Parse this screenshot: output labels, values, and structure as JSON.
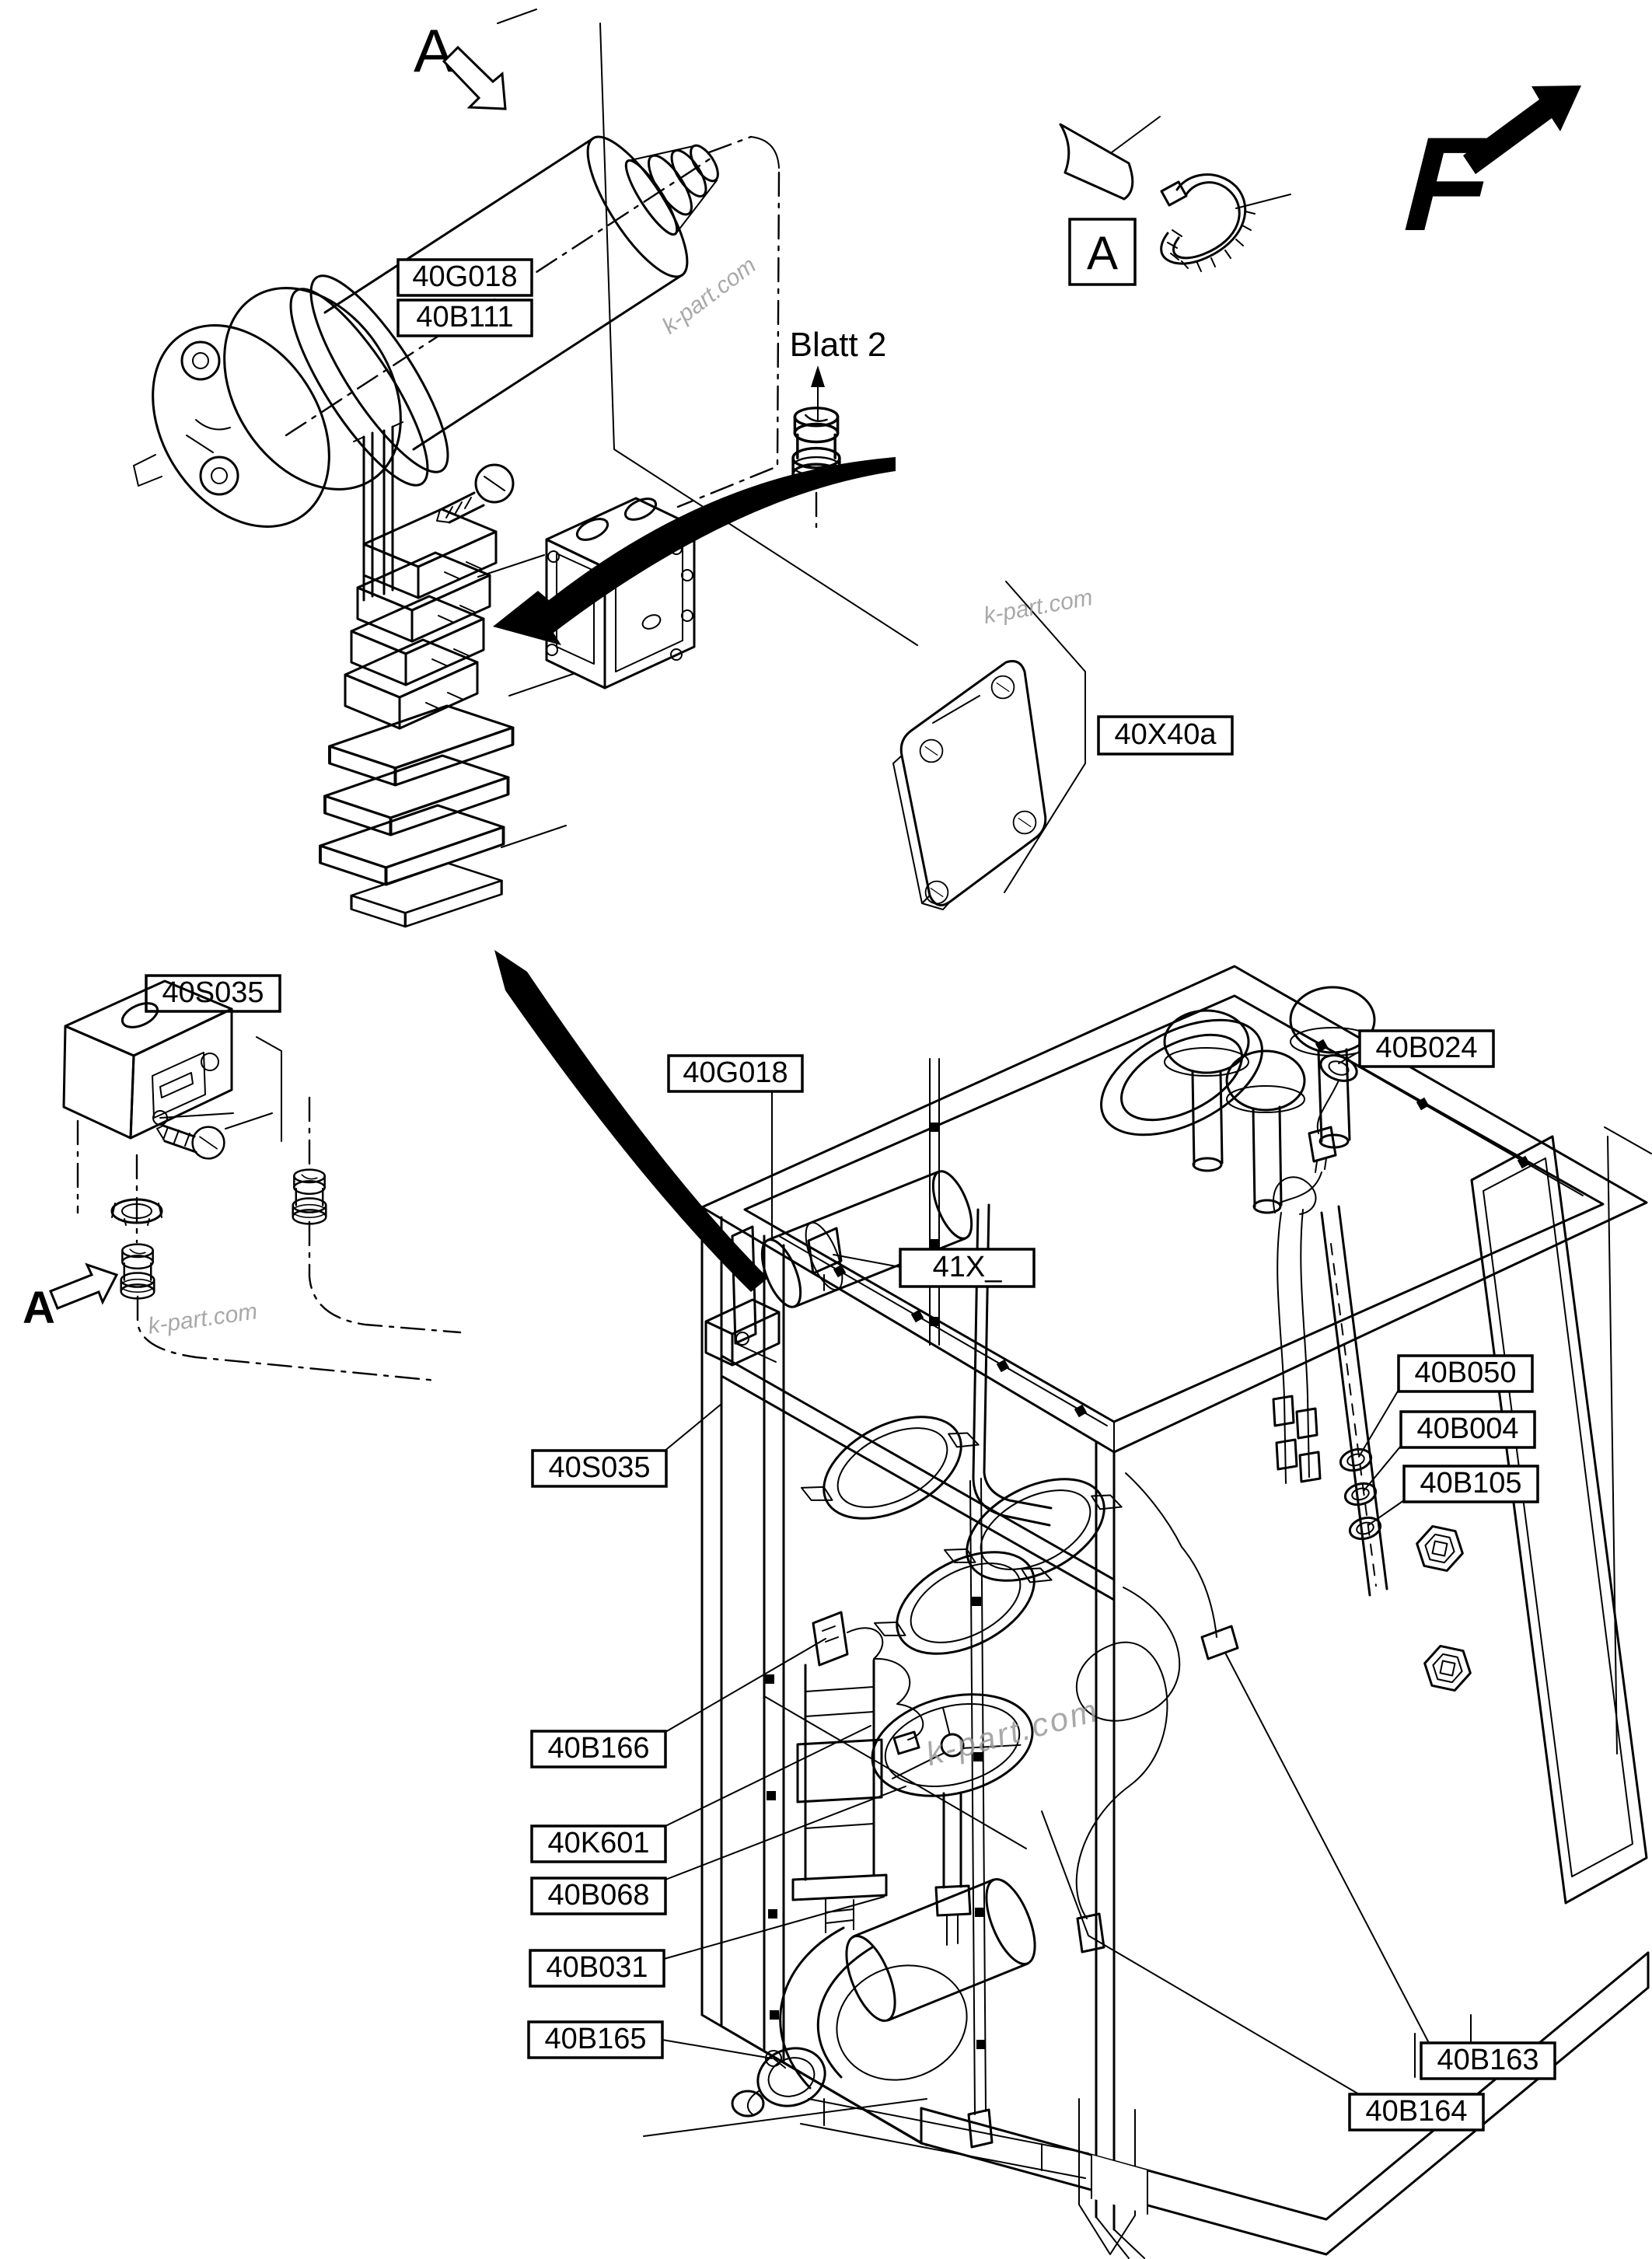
{
  "diagram": {
    "background": "#ffffff",
    "line_color": "#000000",
    "watermark": {
      "text": "k-part.com",
      "color": "#9a9a9a"
    },
    "view_markers": {
      "detail_a_top": "A",
      "detail_a_box": "A",
      "detail_a_bottom": "A",
      "direction_f": "F"
    },
    "sheet_reference": "Blatt 2",
    "part_labels": {
      "g018_top": "40G018",
      "b111": "40B111",
      "x40a": "40X40a",
      "s035_detail": "40S035",
      "b024": "40B024",
      "g018_machine": "40G018",
      "x41": "41X_",
      "s035_machine": "40S035",
      "b050": "40B050",
      "b004": "40B004",
      "b105": "40B105",
      "b166": "40B166",
      "k601": "40K601",
      "b068": "40B068",
      "b031": "40B031",
      "b165": "40B165",
      "b163": "40B163",
      "b164": "40B164"
    }
  }
}
